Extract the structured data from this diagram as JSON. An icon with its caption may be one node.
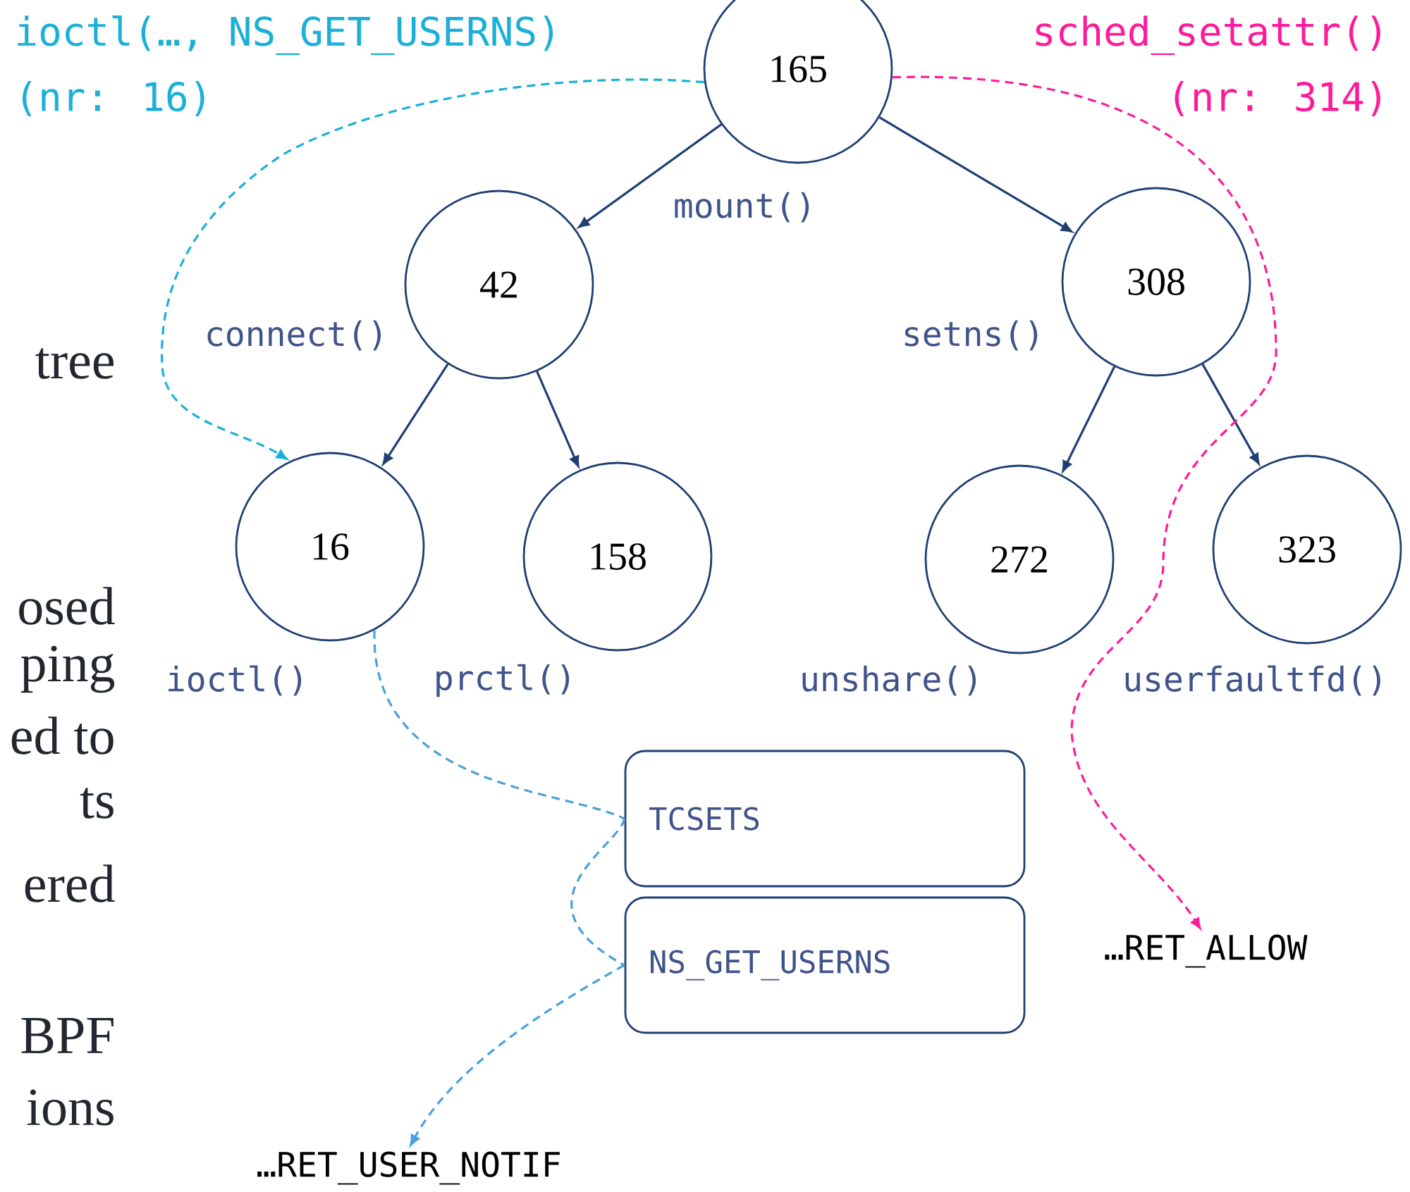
{
  "diagram": {
    "nodes": [
      {
        "text": [
          "165"
        ],
        "beside": [
          "mount()"
        ]
      },
      {
        "text": [
          "42"
        ],
        "beside": [
          "connect()"
        ]
      },
      {
        "text": [
          "308"
        ],
        "beside": [
          "setns()"
        ]
      },
      {
        "text": [
          "16"
        ],
        "beside": [
          "ioctl()"
        ]
      },
      {
        "text": [
          "158"
        ],
        "beside": [
          "prctl()"
        ]
      },
      {
        "text": [
          "272"
        ],
        "beside": [
          "unshare()"
        ]
      },
      {
        "text": [
          "323"
        ],
        "beside": [
          "userfaultfd()"
        ]
      },
      {
        "text": [
          "TCSETS"
        ]
      },
      {
        "text": [
          "NS_GET_USERNS"
        ]
      },
      {
        "text": [
          "…RET_USER_NOTIF"
        ]
      },
      {
        "text": [
          "…RET_ALLOW"
        ]
      }
    ],
    "edges": [
      {
        "from": 0,
        "to": 1,
        "arrow": "to"
      },
      {
        "from": 0,
        "to": 2,
        "arrow": "to"
      },
      {
        "from": 1,
        "to": 3,
        "arrow": "to"
      },
      {
        "from": 1,
        "to": 4,
        "arrow": "to"
      },
      {
        "from": 2,
        "to": 5,
        "arrow": "to"
      },
      {
        "from": 2,
        "to": 6,
        "arrow": "to"
      },
      {
        "from": 0,
        "to": 3,
        "arrow": "to",
        "style": "dashed",
        "color": "#1ab0d8"
      },
      {
        "from": 3,
        "to": 7,
        "arrow": "none",
        "style": "dashed",
        "color": "#4aa0dc"
      },
      {
        "from": 7,
        "to": 8,
        "arrow": "none",
        "style": "dashed",
        "color": "#4aa0dc"
      },
      {
        "from": 8,
        "to": 9,
        "arrow": "to",
        "style": "dashed",
        "color": "#4aa0dc"
      },
      {
        "from": 0,
        "to": 10,
        "arrow": "to",
        "style": "dashed",
        "color": "#ff1a9a"
      }
    ],
    "labels": [
      "ioctl(…, NS_GET_USERNS)",
      "(nr: 16)",
      "sched_setattr()",
      "(nr: 314)",
      "tree",
      "osed",
      "ping",
      "ed to",
      "ts",
      "ered",
      "BPF",
      "ions"
    ]
  }
}
